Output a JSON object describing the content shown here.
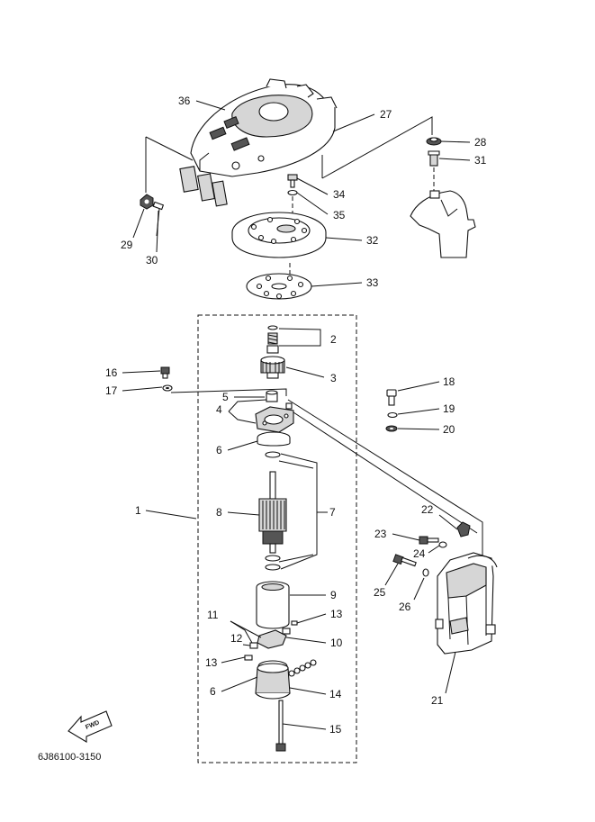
{
  "diagram": {
    "catalog_number": "6J86100-3150",
    "fwd_label": "FWD",
    "callouts": [
      {
        "id": "1",
        "label": "1"
      },
      {
        "id": "2",
        "label": "2"
      },
      {
        "id": "3",
        "label": "3"
      },
      {
        "id": "4",
        "label": "4"
      },
      {
        "id": "5",
        "label": "5"
      },
      {
        "id": "6a",
        "label": "6"
      },
      {
        "id": "6b",
        "label": "6"
      },
      {
        "id": "7",
        "label": "7"
      },
      {
        "id": "8",
        "label": "8"
      },
      {
        "id": "9",
        "label": "9"
      },
      {
        "id": "10",
        "label": "10"
      },
      {
        "id": "11",
        "label": "11"
      },
      {
        "id": "12",
        "label": "12"
      },
      {
        "id": "13a",
        "label": "13"
      },
      {
        "id": "13b",
        "label": "13"
      },
      {
        "id": "14",
        "label": "14"
      },
      {
        "id": "15",
        "label": "15"
      },
      {
        "id": "16",
        "label": "16"
      },
      {
        "id": "17",
        "label": "17"
      },
      {
        "id": "18",
        "label": "18"
      },
      {
        "id": "19",
        "label": "19"
      },
      {
        "id": "20",
        "label": "20"
      },
      {
        "id": "21",
        "label": "21"
      },
      {
        "id": "22",
        "label": "22"
      },
      {
        "id": "23",
        "label": "23"
      },
      {
        "id": "24",
        "label": "24"
      },
      {
        "id": "25",
        "label": "25"
      },
      {
        "id": "26",
        "label": "26"
      },
      {
        "id": "27",
        "label": "27"
      },
      {
        "id": "28",
        "label": "28"
      },
      {
        "id": "29",
        "label": "29"
      },
      {
        "id": "30",
        "label": "30"
      },
      {
        "id": "31",
        "label": "31"
      },
      {
        "id": "32",
        "label": "32"
      },
      {
        "id": "33",
        "label": "33"
      },
      {
        "id": "34",
        "label": "34"
      },
      {
        "id": "35",
        "label": "35"
      },
      {
        "id": "36",
        "label": "36"
      }
    ]
  }
}
